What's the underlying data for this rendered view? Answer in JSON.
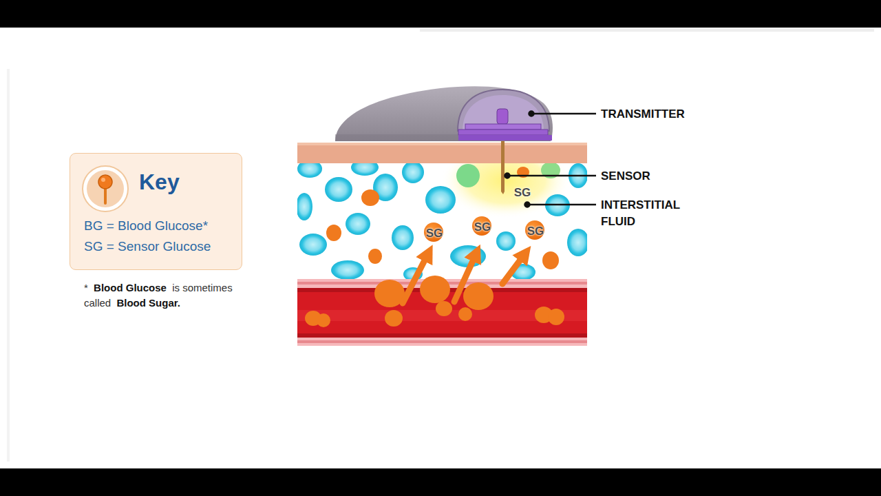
{
  "diagram": {
    "nodes": [
      {
        "text": [
          "Key",
          "BG = Blood Glucose*",
          "SG = Sensor Glucose"
        ]
      }
    ],
    "labels": [
      "*",
      "Blood Glucose",
      "is sometimes",
      "called",
      "Blood Sugar.",
      "TRANSMITTER",
      "SENSOR",
      "INTERSTITIAL FLUID",
      "SG",
      "SG",
      "SG",
      "SG"
    ]
  }
}
